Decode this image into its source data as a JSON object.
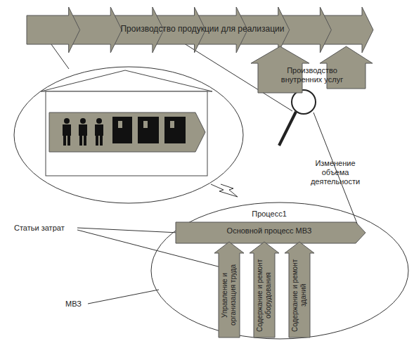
{
  "diagram": {
    "nodes": [
      {
        "text": [
          "Производство продукции для реализации"
        ]
      },
      {
        "text": [
          "Производство внутренних услуг"
        ]
      },
      {
        "text": [
          "Процесс1",
          "Основной процесс МВЗ"
        ]
      },
      {
        "text": [
          "Управление и организация труда"
        ]
      },
      {
        "text": [
          "Содержание и ремонт оборудования"
        ]
      },
      {
        "text": [
          "Содержание и ремонт зданий"
        ]
      }
    ],
    "labels": [
      "Изменение объема деятельности",
      "Статьи затрат",
      "МВЗ"
    ]
  }
}
